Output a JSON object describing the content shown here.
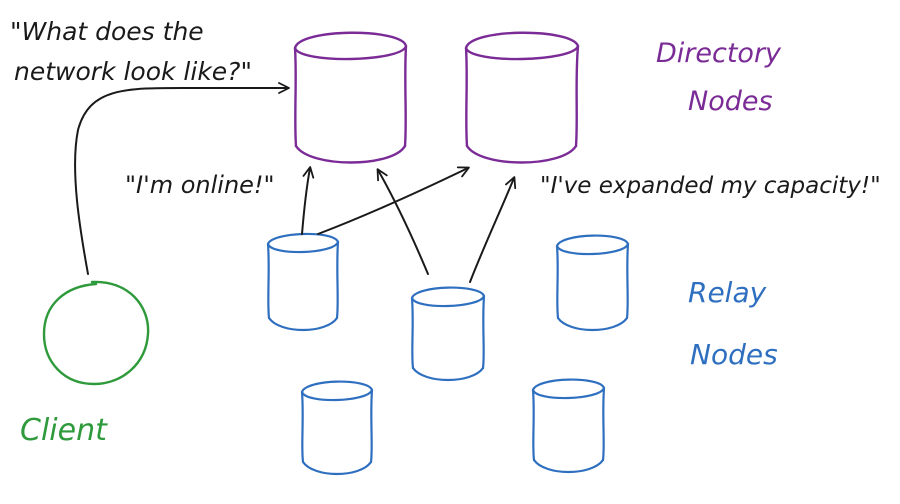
{
  "quotes": {
    "client_question_line1": "\"What does the",
    "client_question_line2": "network look like?\"",
    "online": "\"I'm online!\"",
    "capacity": "\"I've expanded my capacity!\""
  },
  "labels": {
    "directory_line1": "Directory",
    "directory_line2": "Nodes",
    "relay_line1": "Relay",
    "relay_line2": "Nodes",
    "client": "Client"
  },
  "colors": {
    "directory": "#7a2b96",
    "relay": "#2f6fc0",
    "client": "#2e9a3b",
    "arrow": "#1a1a1a"
  }
}
